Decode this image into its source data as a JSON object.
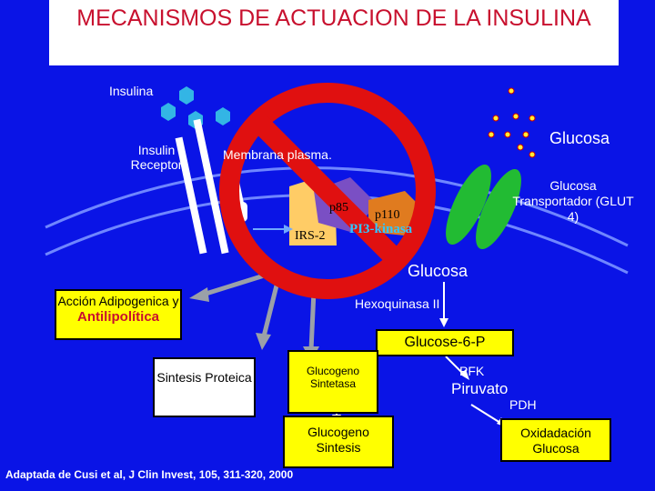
{
  "title": "MECANISMOS DE ACTUACION DE LA INSULINA",
  "labels": {
    "insulina": "Insulina",
    "insulin_receptor": "Insulin Receptor",
    "membrana": "Membrana plasma.",
    "glucosa_top": "Glucosa",
    "glucosa_transportador": "Glucosa Transportador (GLUT 4)",
    "p85": "p85",
    "p110": "p110",
    "irs2": "IRS-2",
    "pi3k": "PI3-kinasa",
    "glucosa_mid": "Glucosa",
    "hexoquinasa": "Hexoquinasa II",
    "glucose6p": "Glucose-6-P",
    "pfk": "PFK",
    "piruvato": "Piruvato",
    "pdh": "PDH"
  },
  "boxes": {
    "accion": "Acción Adipogenica y",
    "antilipolitica": "Antilipolítica",
    "sintesis_proteica": "Sintesis Proteica",
    "glucogeno_sintetasa": "Glucogeno Sintetasa",
    "glucogeno_sintesis": "Glucogeno Sintesis",
    "oxidacion": "Oxidadación Glucosa"
  },
  "footnote": "Adaptada de Cusi et al, J Clin Invest, 105, 311-320, 2000",
  "colors": {
    "background": "#0a14e6",
    "title_red": "#c8102e",
    "prohibited_red": "#e01010",
    "box_yellow": "#ffff00",
    "glut_green": "#22bb33",
    "insulin_cyan": "#33b5e5"
  }
}
